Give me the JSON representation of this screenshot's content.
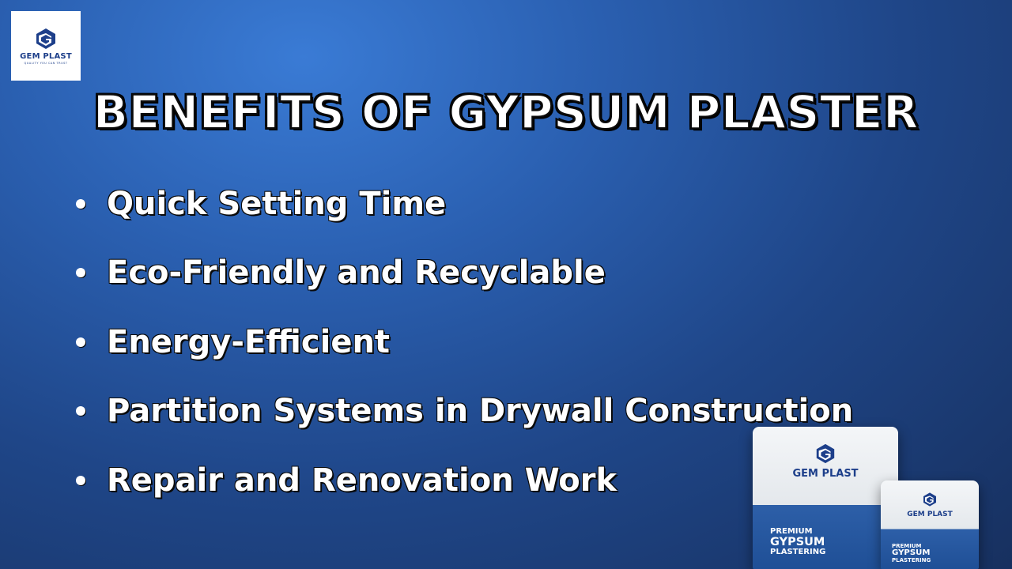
{
  "logo": {
    "name": "GEM PLAST",
    "tagline": "QUALITY YOU CAN TRUST"
  },
  "title": "BENEFITS OF GYPSUM PLASTER",
  "benefits": [
    "Quick Setting Time",
    "Eco-Friendly and Recyclable",
    "Energy-Efficient",
    "Partition Systems in Drywall Construction",
    "Repair and Renovation Work"
  ],
  "product": {
    "brand": "GEM PLAST",
    "label_line1": "PREMIUM",
    "label_line2": "GYPSUM",
    "label_line3": "PLASTERING"
  },
  "colors": {
    "background": "#2a5fb0",
    "brand_blue": "#1d3f8a",
    "text": "#ffffff"
  }
}
